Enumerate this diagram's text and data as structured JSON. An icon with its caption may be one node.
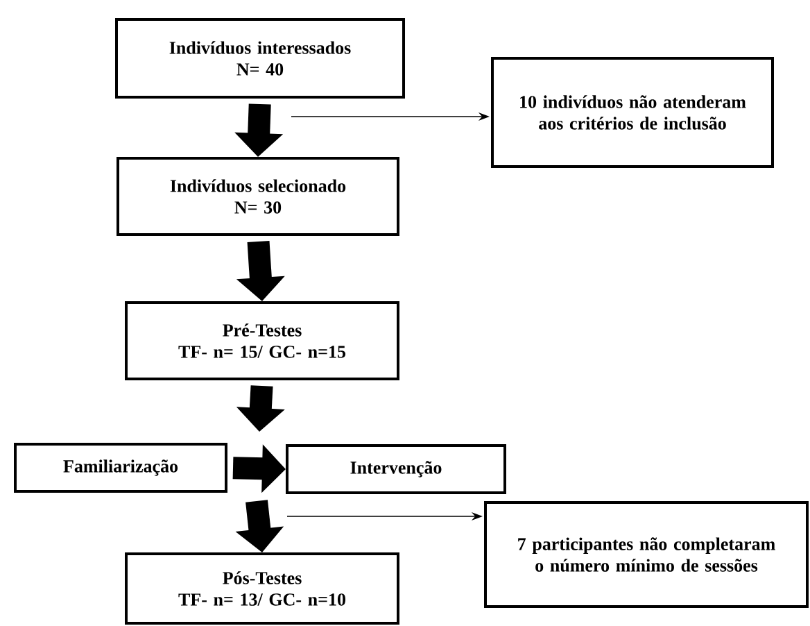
{
  "diagram": {
    "nodes": [
      {
        "text": [
          "Indivíduos interessados",
          "N= 40"
        ]
      },
      {
        "text": [
          "10 indivíduos não atenderam aos critérios de inclusão"
        ]
      },
      {
        "text": [
          "Indivíduos selecionado",
          "N= 30"
        ]
      },
      {
        "text": [
          "Pré-Testes",
          "TF- n= 15/ GC- n=15"
        ]
      },
      {
        "text": [
          "Familiarização"
        ]
      },
      {
        "text": [
          "Intervenção"
        ]
      },
      {
        "text": [
          "7 participantes não completaram o número mínimo de sessões"
        ]
      },
      {
        "text": [
          "Pós-Testes",
          "TF- n= 13/ GC- n=10"
        ]
      }
    ],
    "edges": [
      {
        "from": 0,
        "to": 2,
        "arrow": "to"
      },
      {
        "from": null,
        "to": 1,
        "arrow": "to"
      },
      {
        "from": 2,
        "to": 3,
        "arrow": "to"
      },
      {
        "from": 3,
        "to": null,
        "arrow": "to"
      },
      {
        "from": 4,
        "to": 5,
        "arrow": "to"
      },
      {
        "from": null,
        "to": 7,
        "arrow": "to"
      },
      {
        "from": null,
        "to": 6,
        "arrow": "to"
      }
    ]
  }
}
